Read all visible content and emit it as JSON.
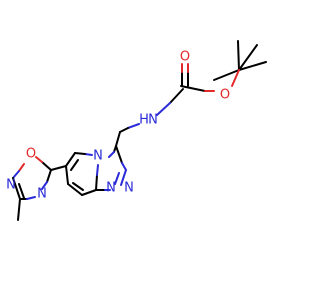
{
  "molecule": {
    "atom_labels": {
      "carbonyl_oxygen": "O",
      "ester_oxygen": "O",
      "amide_nitrogen": "N",
      "bridgehead_nitrogen": "N",
      "triazole_n1": "N",
      "triazole_n2": "N",
      "oxadiazole_ring_oxygen": "O",
      "oxadiazole_n2": "N",
      "oxadiazole_n4": "N"
    },
    "amide_hydrogen": "H"
  },
  "colors": {
    "carbon": "#000000",
    "nitrogen": "#2b2bd9",
    "oxygen": "#e22a2a",
    "background": "#ffffff"
  }
}
